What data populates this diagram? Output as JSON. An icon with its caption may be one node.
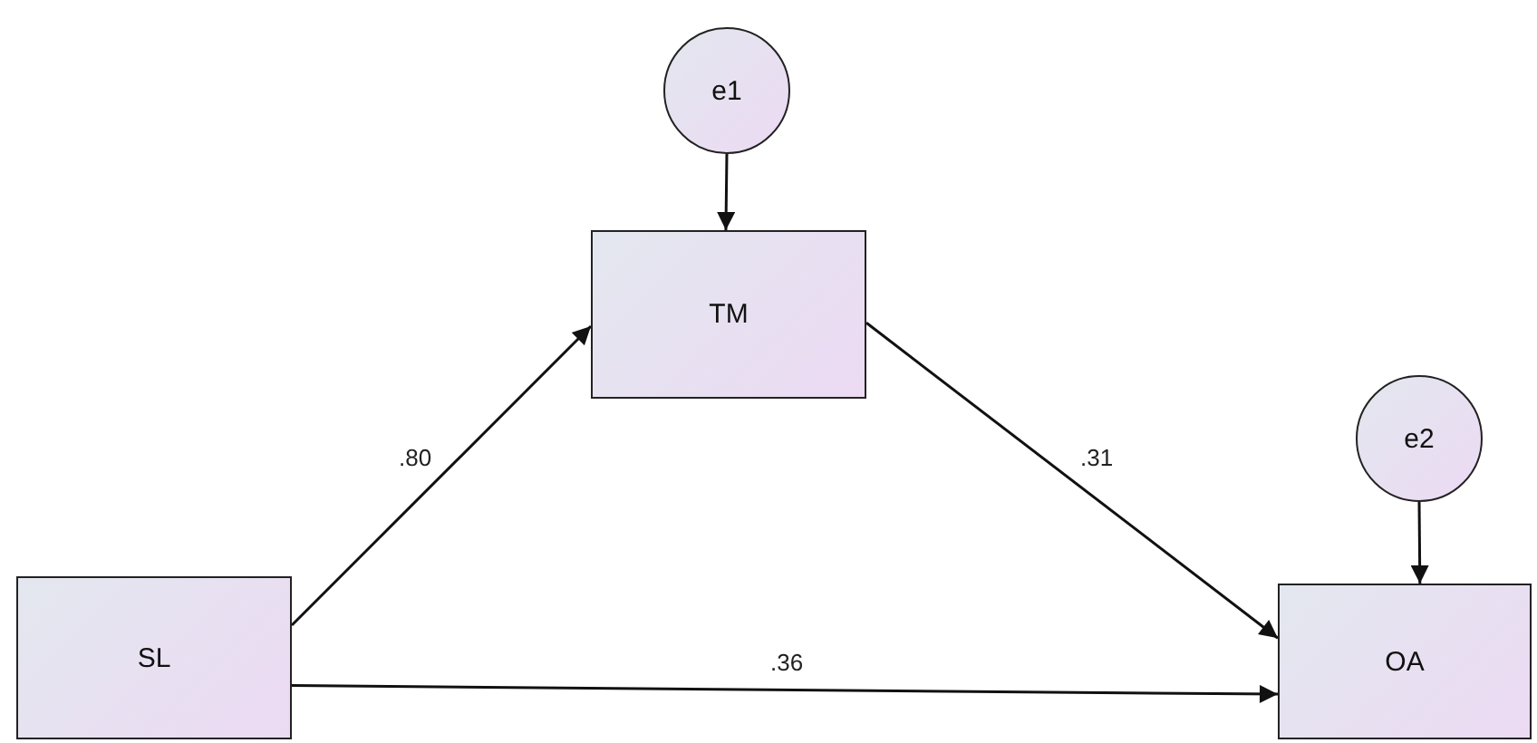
{
  "diagram": {
    "nodes": [
      {
        "text": [
          "e1"
        ]
      },
      {
        "text": [
          "TM"
        ]
      },
      {
        "text": [
          "e2"
        ]
      },
      {
        "text": [
          "SL"
        ]
      },
      {
        "text": [
          "OA"
        ]
      }
    ],
    "edges": [
      {
        "from": 0,
        "to": 1,
        "arrow": "to"
      },
      {
        "from": 3,
        "to": 1,
        "arrow": "to",
        "label": ".80"
      },
      {
        "from": 1,
        "to": 4,
        "arrow": "to",
        "label": ".31"
      },
      {
        "from": 3,
        "to": 4,
        "arrow": "to",
        "label": ".36"
      },
      {
        "from": 2,
        "to": 4,
        "arrow": "to"
      }
    ]
  }
}
